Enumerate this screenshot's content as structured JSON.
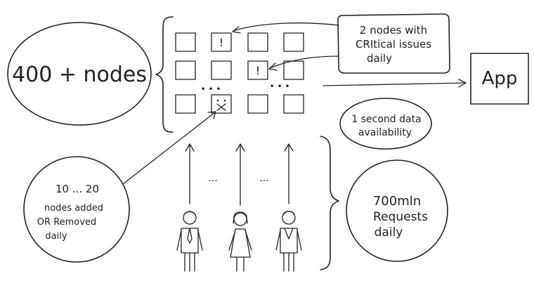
{
  "nodes_total": "400 + nodes",
  "critical_note": {
    "line1": "2 nodes with",
    "line2": "CRItical issues",
    "line3": "daily"
  },
  "app_label": "App",
  "availability": {
    "line1": "1 second data",
    "line2": "availability"
  },
  "churn": {
    "line1": "10 ... 20",
    "line2": "nodes added",
    "line3": "OR Removed",
    "line4": "daily"
  },
  "requests": {
    "line1": "700mln",
    "line2": "Requests",
    "line3": "daily"
  },
  "node_markers": {
    "critical": "!",
    "dead": "x",
    "ellipsis": "• • •",
    "user_gap": "..."
  },
  "icons": {
    "node": "square-node-icon",
    "critical": "exclamation-icon",
    "dead": "sad-face-icon",
    "user_man": "man-icon",
    "user_woman": "woman-icon"
  }
}
